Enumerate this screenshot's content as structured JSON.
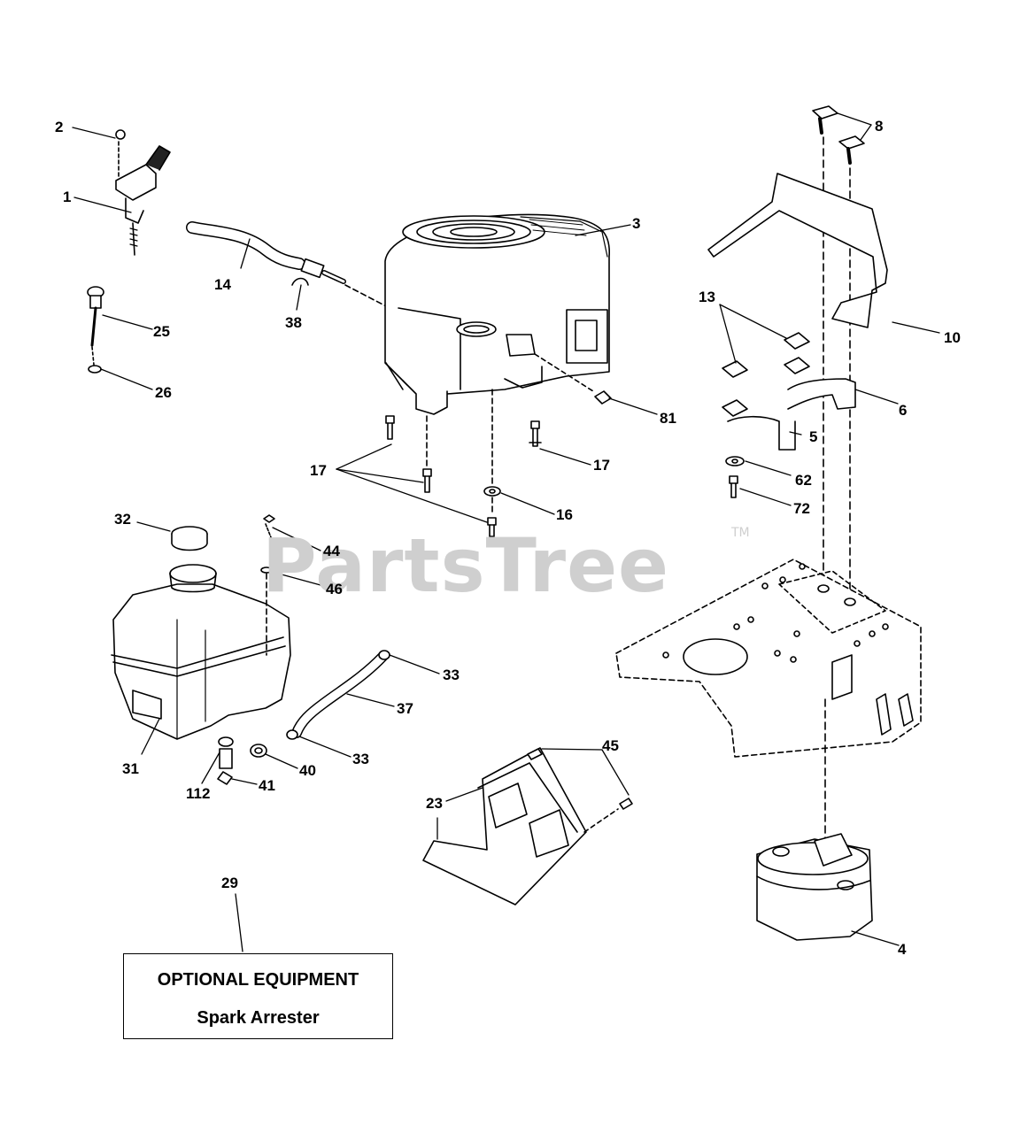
{
  "watermark": {
    "brand": "PartsTree",
    "trademark": "TM"
  },
  "optional_box": {
    "heading": "OPTIONAL EQUIPMENT",
    "item": "Spark Arrester"
  },
  "callouts": {
    "c1": "1",
    "c2": "2",
    "c3": "3",
    "c4": "4",
    "c5": "5",
    "c6": "6",
    "c8": "8",
    "c10": "10",
    "c13": "13",
    "c14": "14",
    "c16": "16",
    "c17a": "17",
    "c17b": "17",
    "c23": "23",
    "c25": "25",
    "c26": "26",
    "c29": "29",
    "c31": "31",
    "c32": "32",
    "c33a": "33",
    "c33b": "33",
    "c37": "37",
    "c38": "38",
    "c40": "40",
    "c41": "41",
    "c44": "44",
    "c45": "45",
    "c46": "46",
    "c62": "62",
    "c72": "72",
    "c81": "81",
    "c112": "112"
  },
  "colors": {
    "line": "#000000",
    "watermark": "#cfcfcf",
    "background": "#ffffff"
  }
}
